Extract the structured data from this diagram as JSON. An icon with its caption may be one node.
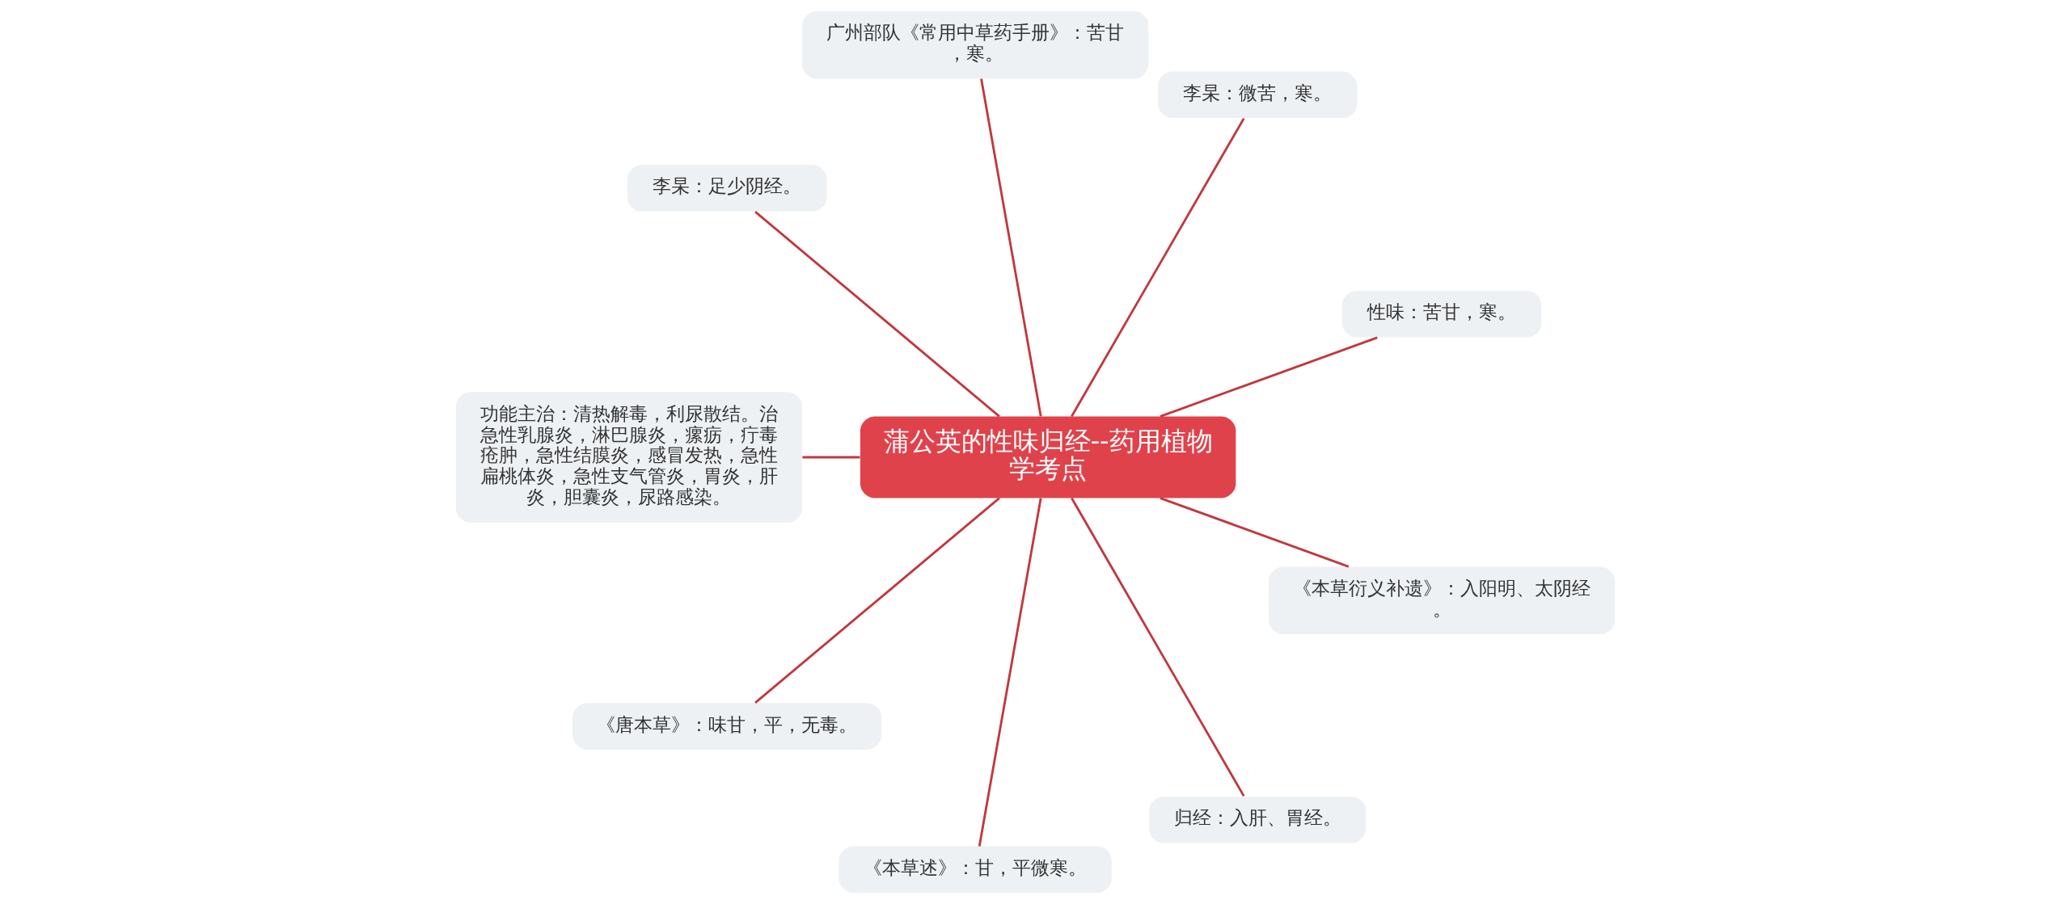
{
  "diagram": {
    "nodes": [
      {
        "text": [
          "蒲公英的性味归经--药用植物学考点"
        ]
      },
      {
        "text": [
          "性味：苦甘，寒。"
        ]
      },
      {
        "text": [
          "李杲：微苦，寒。"
        ]
      },
      {
        "text": [
          "广州部队《常用中草药手册》：苦甘，寒。"
        ]
      },
      {
        "text": [
          "李杲：足少阴经。"
        ]
      },
      {
        "text": [
          "功能主治：清热解毒，利尿散结。治急性乳腺炎，淋巴腺炎，瘰疬，疔毒疮肿，急性结膜炎，感冒发热，急性扁桃体炎，急性支气管炎，胃炎，肝炎，胆囊炎，尿路感染。"
        ]
      },
      {
        "text": [
          "《唐本草》：味甘，平，无毒。"
        ]
      },
      {
        "text": [
          "《本草述》：甘，平微寒。"
        ]
      },
      {
        "text": [
          "归经：入肝、胃经。"
        ]
      },
      {
        "text": [
          "《本草衍义补遗》：入阳明、太阴经。"
        ]
      }
    ],
    "edges": [
      {
        "from": 0,
        "to": 1,
        "arrow": "none"
      },
      {
        "from": 0,
        "to": 2,
        "arrow": "none"
      },
      {
        "from": 0,
        "to": 3,
        "arrow": "none"
      },
      {
        "from": 0,
        "to": 4,
        "arrow": "none"
      },
      {
        "from": 0,
        "to": 5,
        "arrow": "none"
      },
      {
        "from": 0,
        "to": 6,
        "arrow": "none"
      },
      {
        "from": 0,
        "to": 7,
        "arrow": "none"
      },
      {
        "from": 0,
        "to": 8,
        "arrow": "none"
      },
      {
        "from": 0,
        "to": 9,
        "arrow": "none"
      }
    ]
  }
}
